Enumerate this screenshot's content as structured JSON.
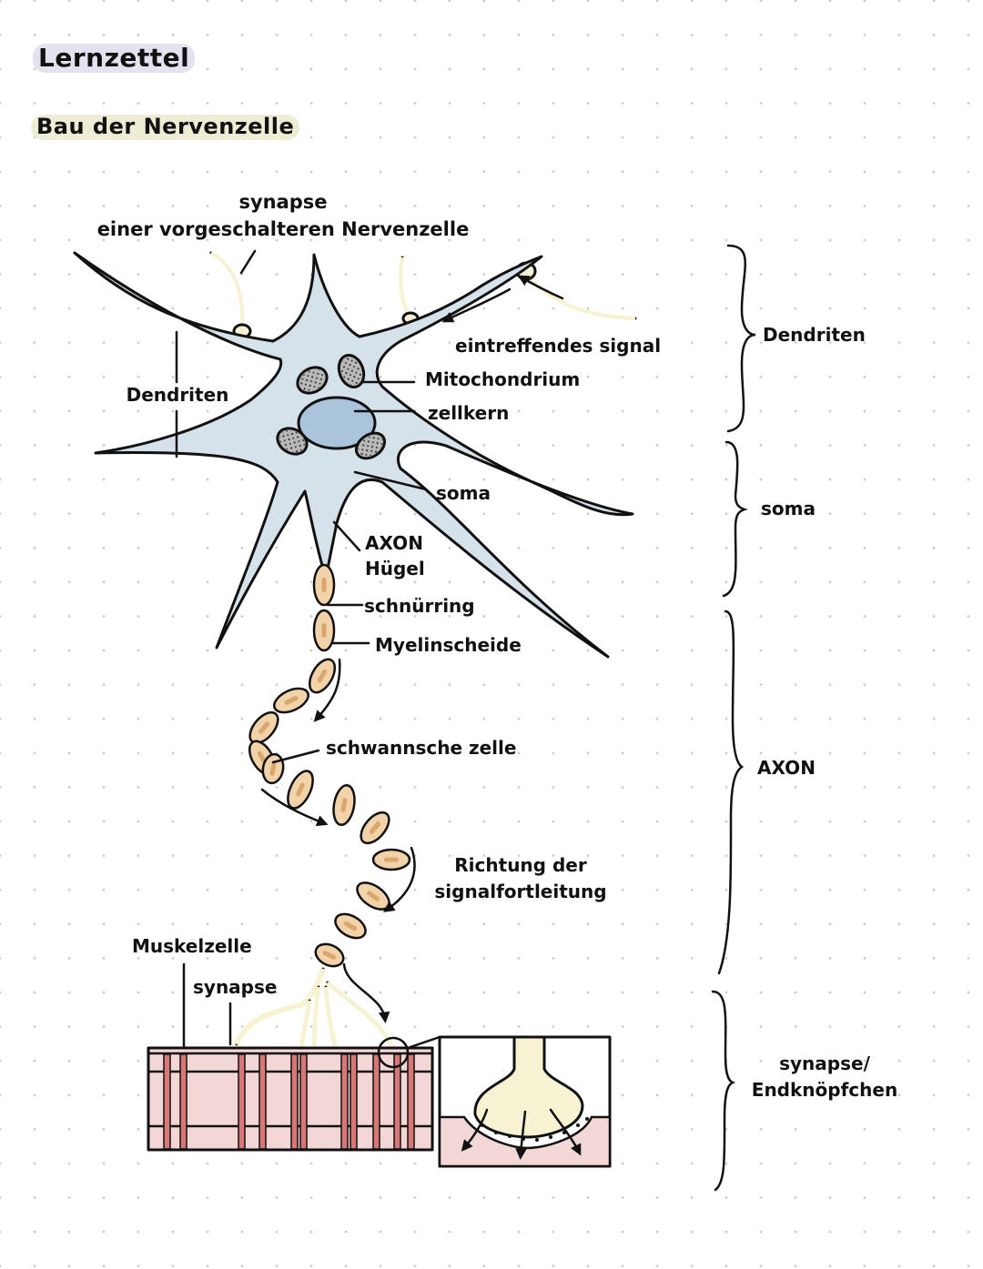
{
  "page": {
    "title": "Lernzettel",
    "subtitle": "Bau der Nervenzelle"
  },
  "labels": {
    "synapse_top_line1": "synapse",
    "synapse_top_line2": "einer vorgeschalteren Nervenzelle",
    "dendriten_left": "Dendriten",
    "eintreffendes_signal": "eintreffendes signal",
    "mitochondrium": "Mitochondrium",
    "zellkern": "zellkern",
    "soma": "soma",
    "axon_huegel_line1": "AXON",
    "axon_huegel_line2": "Hügel",
    "schnuerring": "schnürring",
    "myelinscheide": "Myelinscheide",
    "schwannsche_zelle": "schwannsche zelle",
    "richtung_line1": "Richtung der",
    "richtung_line2": "signalfortleitung",
    "muskelzelle": "Muskelzelle",
    "synapse_bottom": "synapse"
  },
  "regions": [
    {
      "label": "Dendriten"
    },
    {
      "label": "soma"
    },
    {
      "label": "AXON"
    },
    {
      "label_line1": "synapse/",
      "label_line2": "Endknöpfchen"
    }
  ],
  "colors": {
    "title_highlight": "#e3e3f0",
    "subtitle_highlight": "#efecd6",
    "cell_body": "#d6e2ea",
    "nucleus": "#a9c4db",
    "mitochondria": "#b9b9b9",
    "myelin": "#f2d2a9",
    "myelin_core": "#d9a66e",
    "synapse_terminal": "#f6f2d2",
    "muscle": "#f3d6d6",
    "muscle_stripe": "#d97676"
  }
}
